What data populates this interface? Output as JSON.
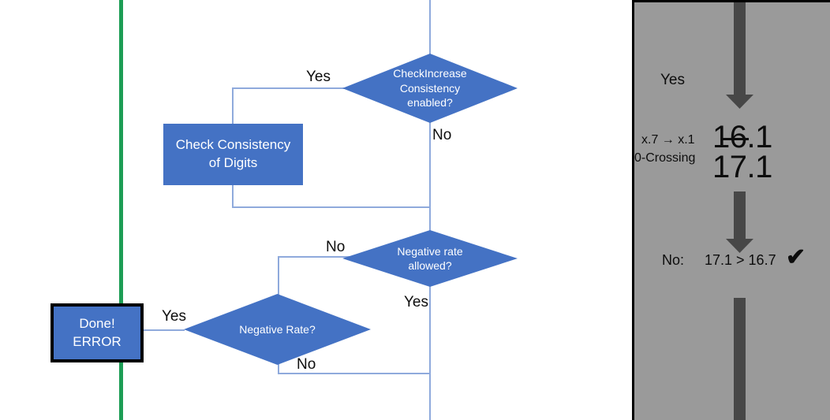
{
  "flowchart": {
    "decision_check_increase": "CheckIncrease Consistency enabled?",
    "decision_check_increase_lines": [
      "CheckIncrease",
      "Consistency",
      "enabled?"
    ],
    "process_check_consistency_lines": [
      "Check Consistency",
      "of Digits"
    ],
    "decision_negative_rate_allowed_lines": [
      "Negative rate",
      "allowed?"
    ],
    "decision_negative_rate_lines": [
      "Negative Rate?"
    ],
    "terminal_done_error_lines": [
      "Done!",
      "ERROR"
    ],
    "labels": {
      "check_increase_yes": "Yes",
      "check_increase_no": "No",
      "negative_rate_allowed_no": "No",
      "negative_rate_allowed_yes": "Yes",
      "negative_rate_yes": "Yes",
      "negative_rate_no": "No"
    },
    "colors": {
      "shape_fill": "#4472C4",
      "connector": "#8FAADC",
      "divider_green": "#1D9D55",
      "text_on_shape": "#FFFFFF",
      "label_text": "#0D0D0D"
    }
  },
  "panel": {
    "background": "#9A9A9A",
    "arrow_color": "#474747",
    "yes_label": "Yes",
    "annotation": {
      "rule_label": "x.7 → x.1",
      "rule_sub_label": "0-Crossing",
      "value_old": "16.1",
      "value_new": "17.1"
    },
    "comparison": {
      "prefix": "No:",
      "expression": "17.1 > 16.7",
      "mark": "✔"
    }
  }
}
